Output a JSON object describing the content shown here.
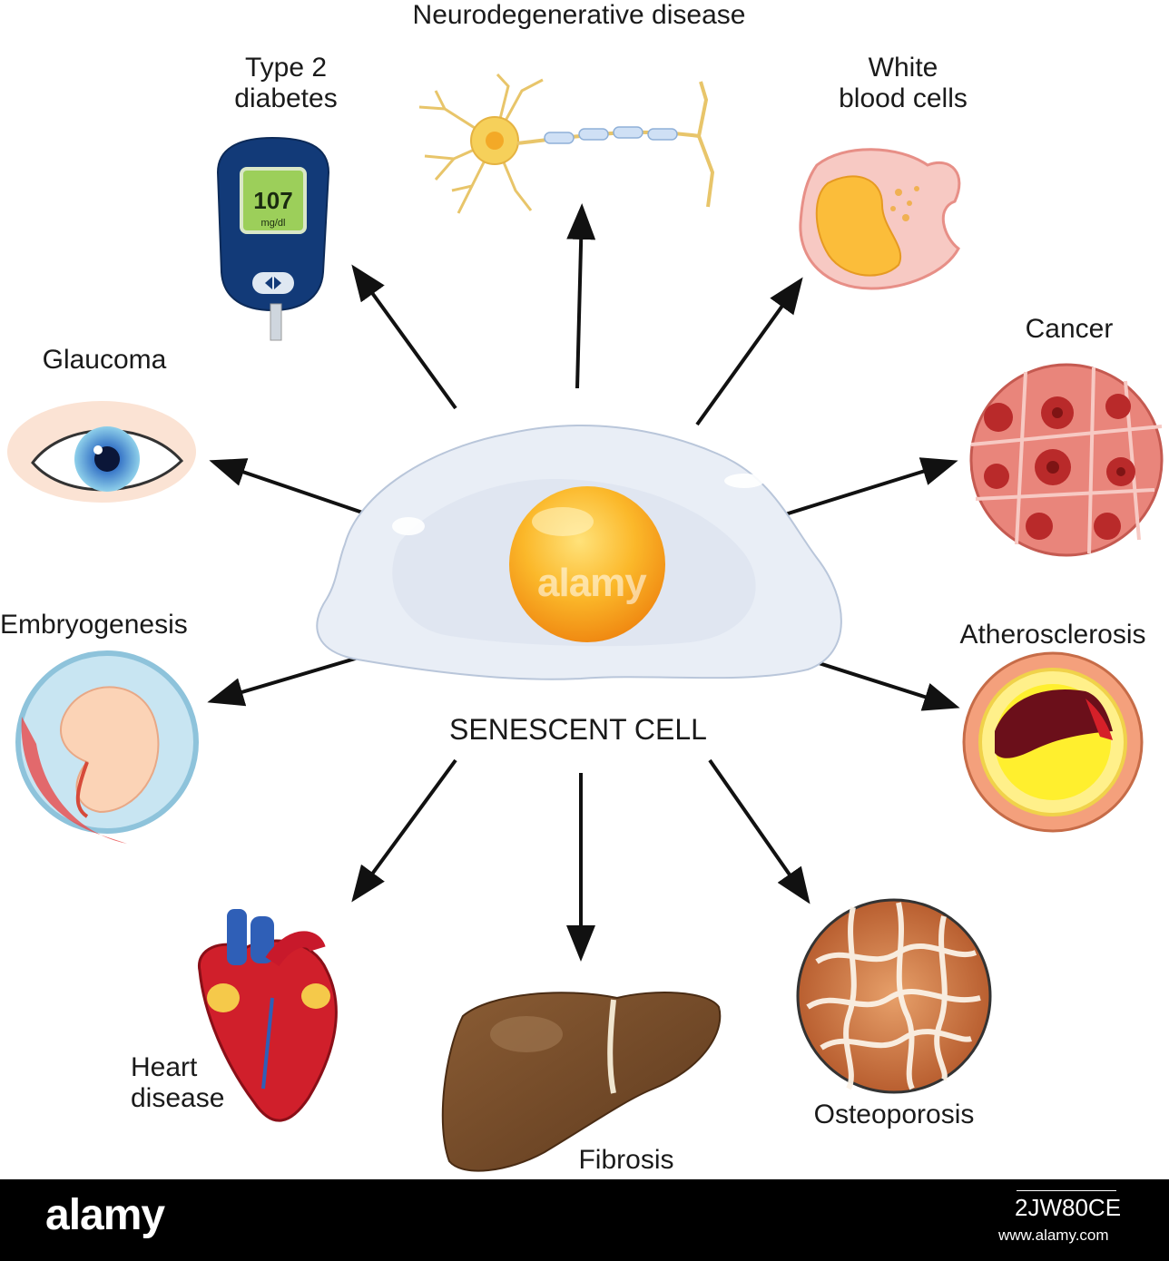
{
  "center": {
    "label": "SENESCENT CELL"
  },
  "meter": {
    "value": "107",
    "unit": "mg/dl"
  },
  "labels": {
    "neuro": "Neurodegenerative disease",
    "diabetes_1": "Type 2",
    "diabetes_2": "diabetes",
    "wbc_1": "White",
    "wbc_2": "blood cells",
    "glaucoma": "Glaucoma",
    "cancer": "Cancer",
    "embryo": "Embryogenesis",
    "athero": "Atherosclerosis",
    "heart_1": "Heart",
    "heart_2": "disease",
    "fibrosis": "Fibrosis",
    "osteo": "Osteoporosis"
  },
  "watermark": "alamy",
  "footer": {
    "brand": "alamy",
    "image_id": "2JW80CE",
    "url": "www.alamy.com"
  },
  "colors": {
    "yolk": "#f7a21a",
    "arrow": "#111111",
    "footer_bg": "#000000"
  }
}
